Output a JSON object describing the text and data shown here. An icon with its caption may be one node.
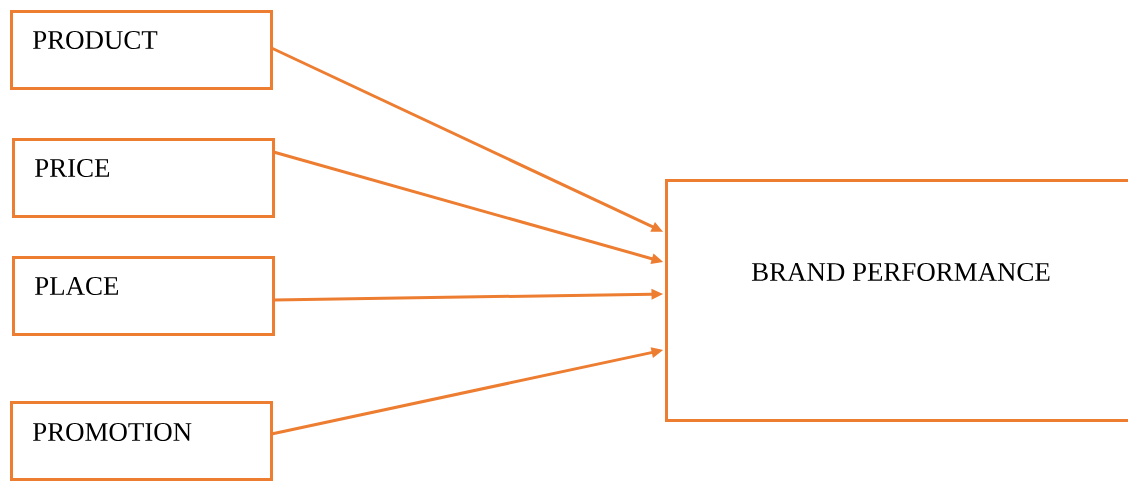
{
  "diagram": {
    "nodes": [
      {
        "text": [
          "PRODUCT"
        ]
      },
      {
        "text": [
          "PRICE"
        ]
      },
      {
        "text": [
          "PLACE"
        ]
      },
      {
        "text": [
          "PROMOTION"
        ]
      },
      {
        "text": [
          "BRAND PERFORMANCE"
        ]
      }
    ],
    "edges": [
      {
        "from": 0,
        "to": 4,
        "arrow": "to"
      },
      {
        "from": 1,
        "to": 4,
        "arrow": "to"
      },
      {
        "from": 2,
        "to": 4,
        "arrow": "to"
      },
      {
        "from": 3,
        "to": 4,
        "arrow": "to"
      }
    ]
  }
}
